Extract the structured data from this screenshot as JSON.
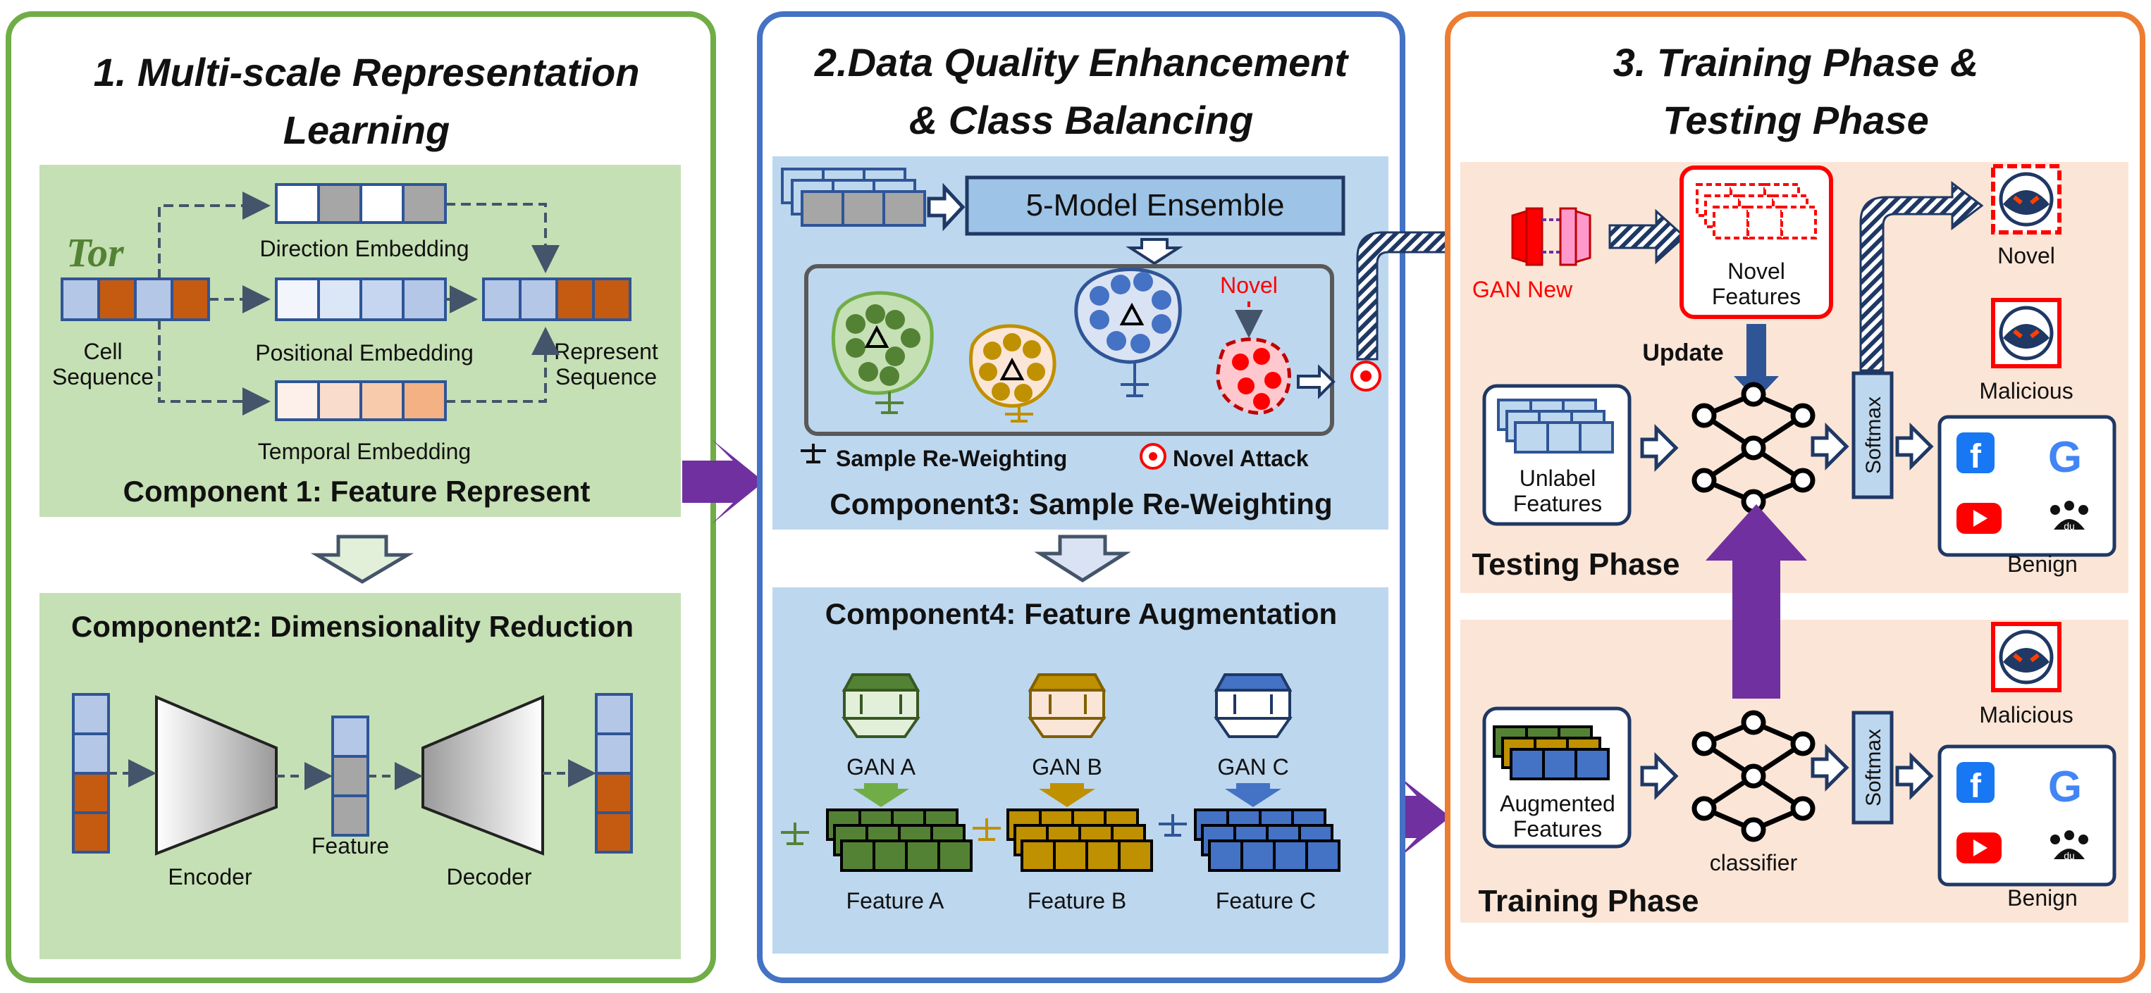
{
  "panel1": {
    "title_line1": "1. Multi-scale Representation",
    "title_line2": "Learning",
    "logo_text": "Tor",
    "cell_sequence_line1": "Cell",
    "cell_sequence_line2": "Sequence",
    "direction_embedding": "Direction Embedding",
    "positional_embedding": "Positional Embedding",
    "temporal_embedding": "Temporal Embedding",
    "represent_line1": "Represent",
    "represent_line2": "Sequence",
    "component1": "Component 1: Feature Represent",
    "component2": "Component2: Dimensionality Reduction",
    "encoder": "Encoder",
    "feature": "Feature",
    "decoder": "Decoder"
  },
  "panel2": {
    "title_line1": "2.Data Quality Enhancement",
    "title_line2": "& Class Balancing",
    "ensemble": "5-Model Ensemble",
    "novel": "Novel",
    "legend_reweighting": "Sample Re-Weighting",
    "legend_novel_attack": "Novel Attack",
    "component3": "Component3: Sample Re-Weighting",
    "component4": "Component4: Feature Augmentation",
    "gan_a": "GAN A",
    "gan_b": "GAN B",
    "gan_c": "GAN C",
    "feature_a": "Feature A",
    "feature_b": "Feature B",
    "feature_c": "Feature C"
  },
  "panel3": {
    "title_line1": "3. Training Phase &",
    "title_line2": "Testing Phase",
    "gan_new": "GAN New",
    "novel_features_line1": "Novel",
    "novel_features_line2": "Features",
    "update": "Update",
    "unlabel_line1": "Unlabel",
    "unlabel_line2": "Features",
    "softmax": "Softmax",
    "novel_out": "Novel",
    "malicious_top": "Malicious",
    "benign_top": "Benign",
    "testing_phase": "Testing Phase",
    "augmented_line1": "Augmented",
    "augmented_line2": "Features",
    "classifier": "classifier",
    "malicious_bottom": "Malicious",
    "benign_bottom": "Benign",
    "training_phase": "Training Phase",
    "icon_facebook": "f",
    "icon_google": "G",
    "icon_baidu": "du"
  },
  "colors": {
    "panel1_border": "#70ad47",
    "panel2_border": "#4472c4",
    "panel3_border": "#ed7d31",
    "panel1_fill": "#c5e0b4",
    "panel2_fill": "#bdd7ee",
    "panel3_fill": "#fbe5d6",
    "arrow_purple": "#7030a0",
    "novel_red": "#ff0000"
  }
}
